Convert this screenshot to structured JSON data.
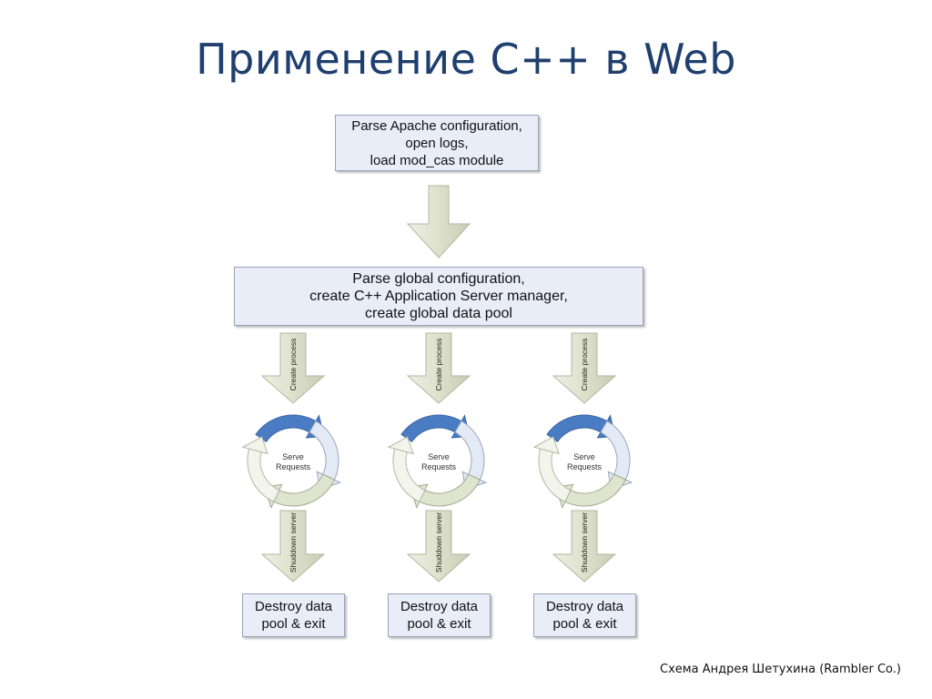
{
  "title": "Применение C++ в Web",
  "nodes": {
    "apache": [
      "Parse Apache configuration,",
      "open logs,",
      "load mod_cas module"
    ],
    "global": [
      "Parse global configuration,",
      "create C++ Application Server manager,",
      "create global data pool"
    ],
    "destroy": [
      "Destroy data",
      "pool & exit"
    ]
  },
  "edges": {
    "create_label": "Create process",
    "shutdown_label": "Shuddown server"
  },
  "cycle": {
    "label_line1": "Serve",
    "label_line2": "Requests"
  },
  "footer": "Схема  Андрея Шетухина (Rambler Co.)",
  "colors": {
    "title": "#1f3f6e",
    "box_fill": "#e9edf8",
    "arrow_fill": "#dfe3cf",
    "arrow_stroke": "#a9ad96",
    "cycle_blue": "#4a7cc4",
    "cycle_light_blue": "#e3eaf6",
    "cycle_green": "#dfe4cf",
    "cycle_white": "#f3f5ec"
  }
}
